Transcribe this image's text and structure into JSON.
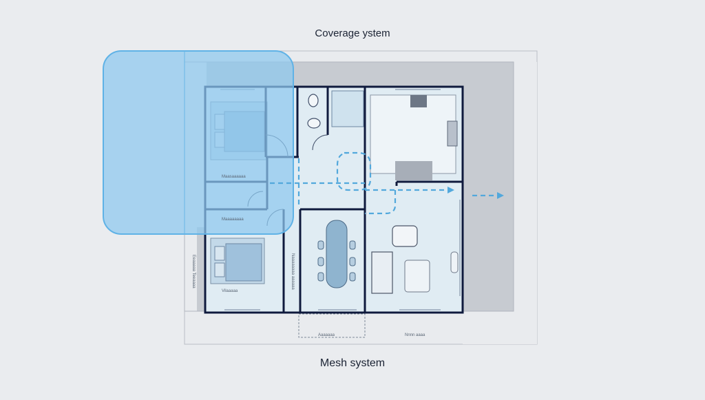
{
  "diagram": {
    "title_top": "Coverage ystem",
    "title_bottom": "Mesh system",
    "room_labels": {
      "bedroom_top": "Maasaaaaaa",
      "hall_small": "Maaaaaaaa",
      "bedroom_bottom": "Vilaaaaa",
      "side_left": "Eeaaaaa Teeaaaa",
      "corridor": "Naaaaaaaa aaaaaa",
      "bottom_center": "Aaaaaaa",
      "bottom_right": "Nnnn aaaa"
    },
    "colors": {
      "background": "#eaecef",
      "wall": "#0f1a3d",
      "coverage_fill": "#8ec8ef",
      "coverage_stroke": "#5fb2e6",
      "room_fill": "#e0ecf3",
      "gray_block": "#c7cbd1",
      "signal_path": "#52a8dc"
    }
  }
}
